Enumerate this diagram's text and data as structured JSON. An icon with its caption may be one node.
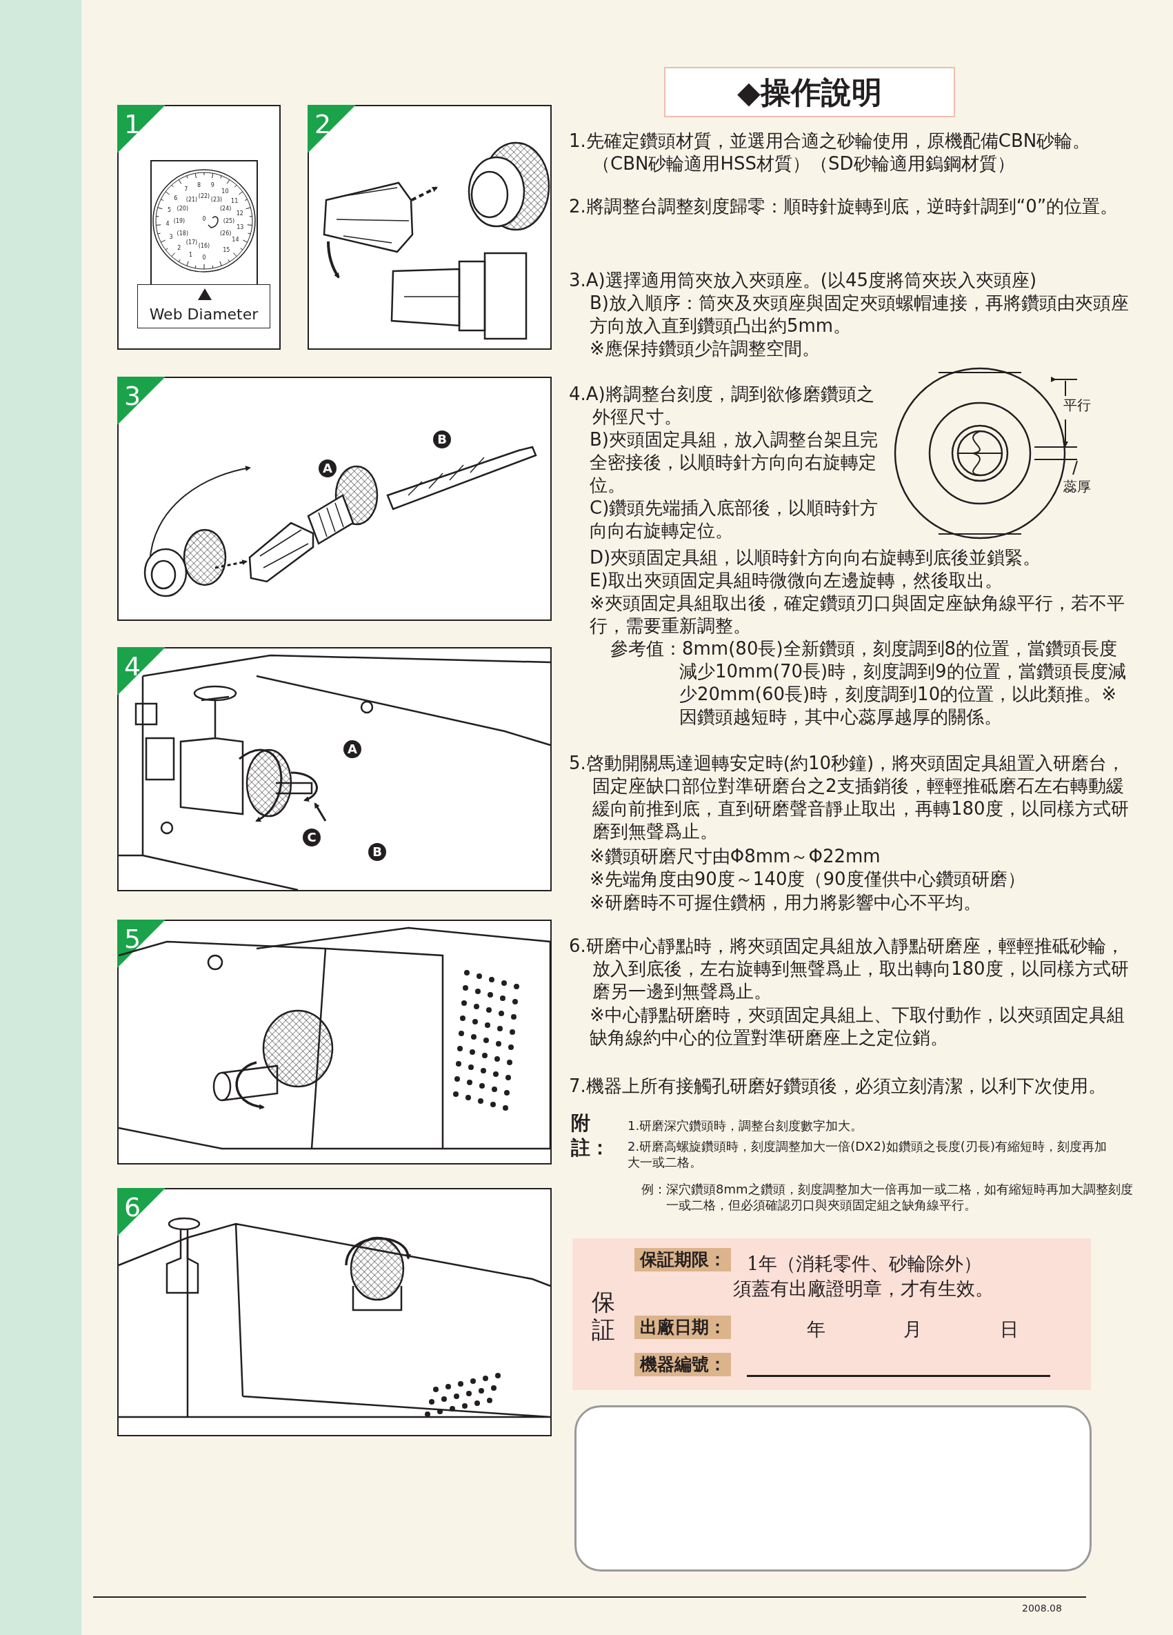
{
  "diagram": {
    "title": "◆操作說明",
    "nodes": [
      {
        "text": [
          "1"
        ]
      },
      {
        "text": [
          "Web Diameter"
        ],
        "in": 0
      },
      {
        "text": [
          "2"
        ]
      },
      {
        "text": [
          "3"
        ]
      },
      {
        "text": [
          "4"
        ]
      },
      {
        "text": [
          "5"
        ]
      },
      {
        "text": [
          "6"
        ]
      },
      {
        "text": [],
        "shape": "circle"
      },
      {
        "text": [
          "保証",
          "1年（消耗零件、砂輪除外）",
          "須蓋有出廠證明章，才有生效。",
          "年",
          "月",
          "日"
        ]
      },
      {
        "text": [
          "保証期限："
        ],
        "in": 8
      },
      {
        "text": [
          "出廠日期："
        ],
        "in": 8
      },
      {
        "text": [
          "機器編號："
        ],
        "in": 8
      },
      {
        "text": [],
        "shape": "box"
      }
    ],
    "labels": [
      "1.先確定鑽頭材質，並選用合適之砂輪使用，原機配備CBN砂輪。（CBN砂輪適用HSS材質）（SD砂輪適用鎢鋼材質）",
      "2.將調整台調整刻度歸零：順時針旋轉到底，逆時針調到“0”的位置。",
      "3.A)選擇適用筒夾放入夾頭座。(以45度將筒夾崁入夾頭座)",
      "B)放入順序：筒夾及夾頭座與固定夾頭螺帽連接，再將鑽頭由夾頭座方向放入直到鑽頭凸出約5mm。",
      "※應保持鑽頭少許調整空間。",
      "4.A)將調整台刻度，調到欲修磨鑽頭之外徑尺寸。",
      "B)夾頭固定具組，放入調整台架且完全密接後，以順時針方向向右旋轉定位。",
      "C)鑽頭先端插入底部後，以順時針方向向右旋轉定位。",
      "D)夾頭固定具組，以順時針方向向右旋轉到底後並鎖緊。",
      "E)取出夾頭固定具組時微微向左邊旋轉，然後取出。",
      "※夾頭固定具組取出後，確定鑽頭刃口與固定座缺角線平行，若不平行，需要重新調整。",
      "參考值：8mm(80長)全新鑽頭，刻度調到8的位置，當鑽頭長度減少10mm(70長)時，刻度調到9的位置，當鑽頭長度減少20mm(60長)時，刻度調到10的位置，以此類推。※因鑽頭越短時，其中心蕊厚越厚的關係。",
      "平行",
      "蕊厚",
      "5.啓動開關馬達迴轉安定時(約10秒鐘)，將夾頭固定具組置入研磨台，固定座缺口部位對準研磨台之2支插銷後，輕輕推砥磨石左右轉動緩緩向前推到底，直到研磨聲音靜止取出，再轉180度，以同樣方式研磨到無聲爲止。",
      "※鑽頭研磨尺寸由Φ8mm～Φ22mm",
      "※先端角度由90度～140度（90度僅供中心鑽頭研磨）",
      "※研磨時不可握住鑽柄，用力將影響中心不平均。",
      "6.研磨中心靜點時，將夾頭固定具組放入靜點研磨座，輕輕推砥砂輪，放入到底後，左右旋轉到無聲爲止，取出轉向180度，以同樣方式研磨另一邊到無聲爲止。",
      "※中心靜點研磨時，夾頭固定具組上、下取付動作，以夾頭固定具組缺角線約中心的位置對準研磨座上之定位銷。",
      "7.機器上所有接觸孔研磨好鑽頭後，必須立刻清潔，以利下次使用。",
      "附註：",
      "1.研磨深穴鑽頭時，調整台刻度數字加大。",
      "2.研磨高螺旋鑽頭時，刻度調整加大一倍(DX2)如鑽頭之長度(刃長)有縮短時，刻度再加大一或二格。",
      "例：深穴鑽頭8mm之鑽頭，刻度調整加大一倍再加一或二格，如有縮短時再加大調整刻度一或二格，但必須確認刃口與夾頭固定組之缺角線平行。",
      "2008.08",
      "A",
      "B",
      "A",
      "B",
      "C",
      "0",
      "1",
      "2",
      "3",
      "4",
      "5",
      "6",
      "7",
      "8",
      "9",
      "10",
      "11",
      "12",
      "13",
      "14",
      "15",
      "(16)",
      "(17)",
      "(18)",
      "(19)",
      "(20)",
      "(21)",
      "(22)",
      "(23)",
      "(24)",
      "(25)",
      "(26)",
      "0"
    ]
  }
}
